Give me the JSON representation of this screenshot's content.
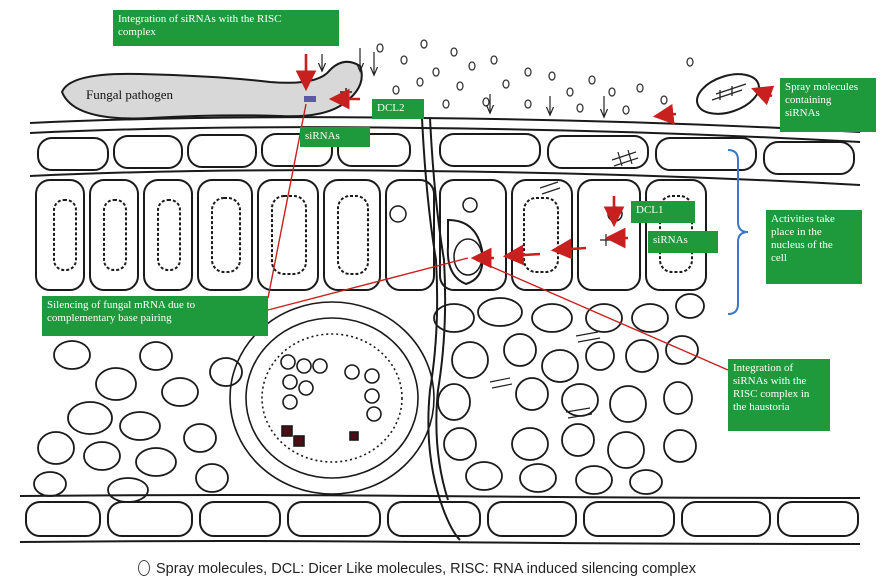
{
  "labels": {
    "risc_top": "Integration of siRNAs with the RISC\ncomplex",
    "dcl2": "DCL2",
    "sirnas_left": "siRNAs",
    "spray": "Spray molecules\ncontaining\nsiRNAs",
    "dcl1": "DCL1",
    "sirnas_right": "siRNAs",
    "nucleus": "Activities take\nplace in the\nnucleus of the\ncell",
    "silencing": "Silencing of fungal mRNA due to\ncomplementary base pairing",
    "haustoria": "Integration of\nsiRNAs with the\nRISC complex in\nthe haustoria"
  },
  "pathogen_label": "Fungal pathogen",
  "caption": "Spray molecules,  DCL: Dicer Like molecules, RISC: RNA induced silencing complex",
  "colors": {
    "label_bg": "#1e9a3c",
    "label_text": "#ffffff",
    "arrow": "#c8201e",
    "bracket": "#3a78c8",
    "outline": "#1a1a1a"
  }
}
